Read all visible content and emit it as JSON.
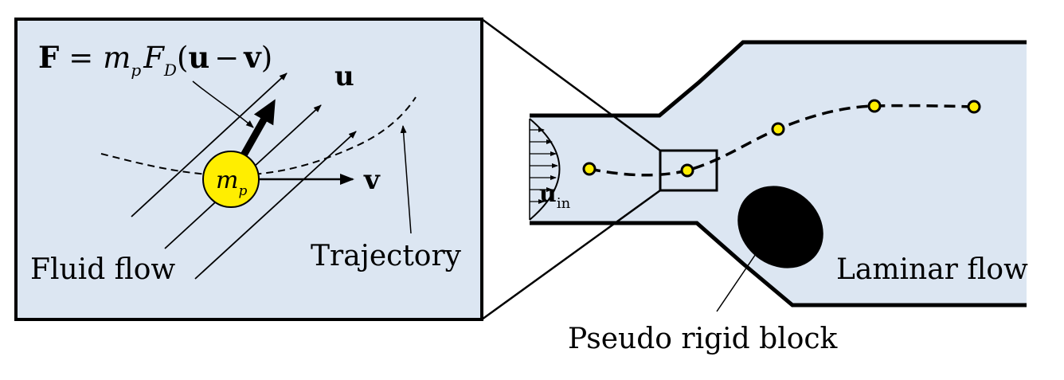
{
  "colors": {
    "fluid": "#dce6f2",
    "particle": "#ffee00",
    "outline": "#000000",
    "block": "#000000"
  },
  "inset": {
    "force_equation": {
      "F": "F",
      "eq": "=",
      "m": "m",
      "p_sub": "p",
      "FD": "F",
      "D_sub": "D",
      "paren_open": "(",
      "u": "u",
      "minus": "−",
      "v": "v",
      "paren_close": ")"
    },
    "fluid_velocity_label": "u",
    "particle_velocity_label": "v",
    "particle_mass": {
      "m": "m",
      "sub": "p"
    },
    "fluid_flow_label": "Fluid flow",
    "trajectory_label": "Trajectory"
  },
  "channel": {
    "inlet_velocity": {
      "u": "u",
      "sub": "in"
    },
    "laminar_flow_label": "Laminar flow",
    "rigid_block_label": "Pseudo rigid block"
  }
}
